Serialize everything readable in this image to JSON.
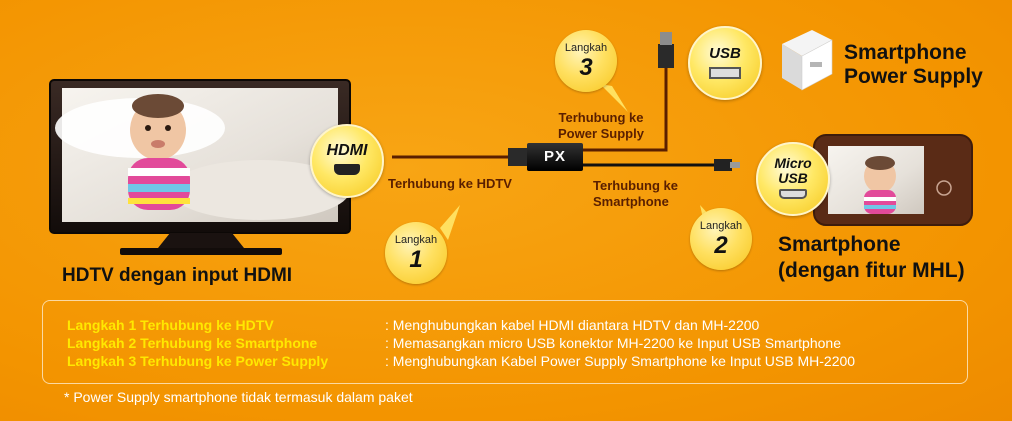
{
  "hdtv": {
    "caption": "HDTV dengan input HDMI",
    "port_label": "HDMI"
  },
  "adapter": {
    "logo": "PX"
  },
  "usb": {
    "port_label": "USB"
  },
  "power_supply": {
    "title_line1": "Smartphone",
    "title_line2": "Power Supply"
  },
  "smartphone": {
    "title_line1": "Smartphone",
    "title_line2": "(dengan fitur MHL)",
    "port_label_line1": "Micro",
    "port_label_line2": "USB"
  },
  "steps": [
    {
      "word": "Langkah",
      "number": "1",
      "connection_label": "Terhubung ke HDTV"
    },
    {
      "word": "Langkah",
      "number": "2",
      "connection_label_line1": "Terhubung ke",
      "connection_label_line2": "Smartphone"
    },
    {
      "word": "Langkah",
      "number": "3",
      "connection_label_line1": "Terhubung ke",
      "connection_label_line2": "Power Supply"
    }
  ],
  "info_rows": [
    {
      "key": "Langkah 1 Terhubung ke HDTV",
      "value": ": Menghubungkan kabel HDMI diantara HDTV dan MH-2200"
    },
    {
      "key": "Langkah 2 Terhubung ke Smartphone",
      "value": ": Memasangkan micro USB konektor MH-2200 ke Input USB Smartphone"
    },
    {
      "key": "Langkah 3 Terhubung ke Power Supply",
      "value": ": Menghubungkan Kabel Power Supply Smartphone ke Input USB MH-2200"
    }
  ],
  "footnote": "* Power Supply smartphone tidak termasuk dalam paket",
  "colors": {
    "background": "#f39400",
    "step_key": "#ffe800",
    "cable": "#5a1f00"
  }
}
